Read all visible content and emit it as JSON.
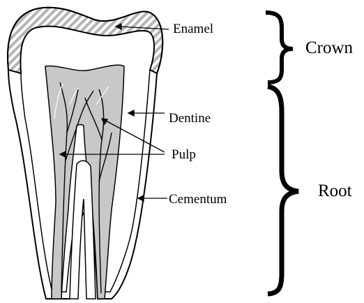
{
  "labels": {
    "enamel": "Enamel",
    "dentine": "Dentine",
    "pulp": "Pulp",
    "cementum": "Cementum",
    "crown": "Crown",
    "root": "Root"
  },
  "colors": {
    "ink": "#000000",
    "pulp_fill": "#c8c8c8",
    "enamel_hatch": "#b4b4b4"
  }
}
